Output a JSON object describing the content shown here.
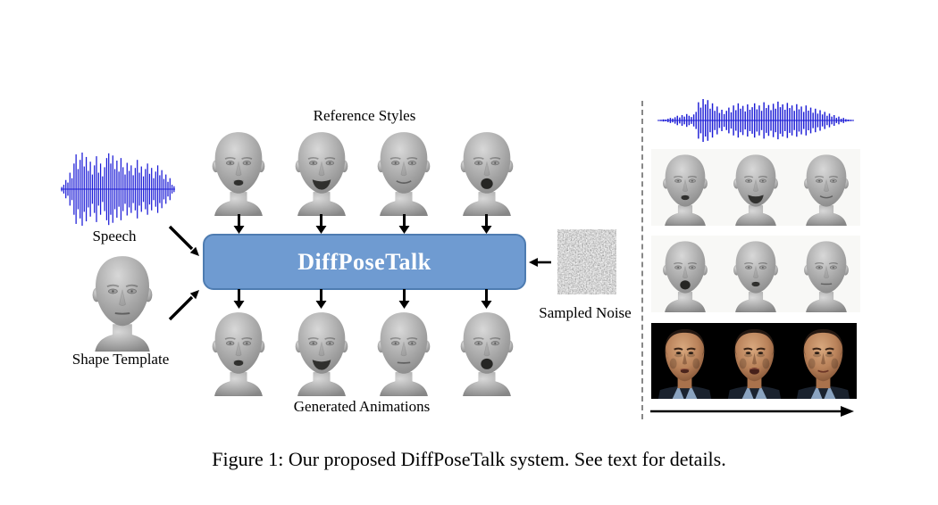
{
  "caption": "Figure 1: Our proposed DiffPoseTalk system. See text for details.",
  "colors": {
    "waveform_blue": "#1c1cd6",
    "box_fill": "#6f9bd1",
    "box_border": "#4e7cb1",
    "divider": "#888888",
    "result_row_bg": "#f8f8f6"
  },
  "inputs": {
    "speech_label": "Speech",
    "shape_template_label": "Shape Template",
    "shape_template_head": "closed"
  },
  "pipeline": {
    "reference_styles_label": "Reference Styles",
    "box_label": "DiffPoseTalk",
    "generated_animations_label": "Generated Animations",
    "sampled_noise_label": "Sampled Noise",
    "reference_heads": [
      "open-small",
      "open-smile",
      "closed-smile",
      "open-wide"
    ],
    "generated_heads": [
      "open-small",
      "open-smile",
      "closed",
      "open-wide"
    ]
  },
  "results_panel": {
    "head_rows": [
      [
        "open-small",
        "open-smile",
        "closed-smile"
      ],
      [
        "open-wide",
        "open-small",
        "closed"
      ]
    ],
    "photo_faces": [
      "open-small",
      "open-wide",
      "closed-smile"
    ]
  },
  "waveforms": {
    "speech": [
      0.06,
      0.12,
      0.25,
      0.18,
      0.45,
      0.3,
      0.7,
      0.95,
      0.55,
      0.8,
      1.0,
      0.62,
      0.88,
      0.5,
      0.75,
      0.4,
      0.65,
      0.9,
      0.45,
      0.7,
      0.35,
      0.6,
      0.85,
      0.98,
      0.7,
      0.92,
      0.55,
      0.78,
      0.48,
      0.85,
      0.6,
      0.4,
      0.72,
      0.5,
      0.65,
      0.38,
      0.58,
      0.8,
      0.45,
      0.62,
      0.35,
      0.55,
      0.7,
      0.42,
      0.58,
      0.3,
      0.48,
      0.65,
      0.38,
      0.52,
      0.28,
      0.4,
      0.2,
      0.3,
      0.12,
      0.08
    ],
    "result": [
      0.02,
      0.03,
      0.05,
      0.04,
      0.08,
      0.12,
      0.09,
      0.15,
      0.22,
      0.14,
      0.25,
      0.18,
      0.3,
      0.22,
      0.16,
      0.28,
      0.4,
      0.85,
      0.6,
      1.0,
      0.75,
      0.95,
      0.55,
      0.8,
      0.45,
      0.65,
      0.35,
      0.5,
      0.3,
      0.45,
      0.6,
      0.38,
      0.7,
      0.48,
      0.8,
      0.55,
      0.68,
      0.42,
      0.75,
      0.5,
      0.62,
      0.8,
      0.52,
      0.7,
      0.45,
      0.85,
      0.58,
      0.72,
      0.48,
      0.78,
      0.55,
      0.88,
      0.62,
      0.75,
      0.5,
      0.82,
      0.58,
      0.7,
      0.45,
      0.76,
      0.52,
      0.65,
      0.4,
      0.7,
      0.46,
      0.6,
      0.36,
      0.55,
      0.32,
      0.48,
      0.28,
      0.4,
      0.22,
      0.32,
      0.18,
      0.25,
      0.12,
      0.18,
      0.08,
      0.12,
      0.06,
      0.04,
      0.03,
      0.02
    ]
  }
}
